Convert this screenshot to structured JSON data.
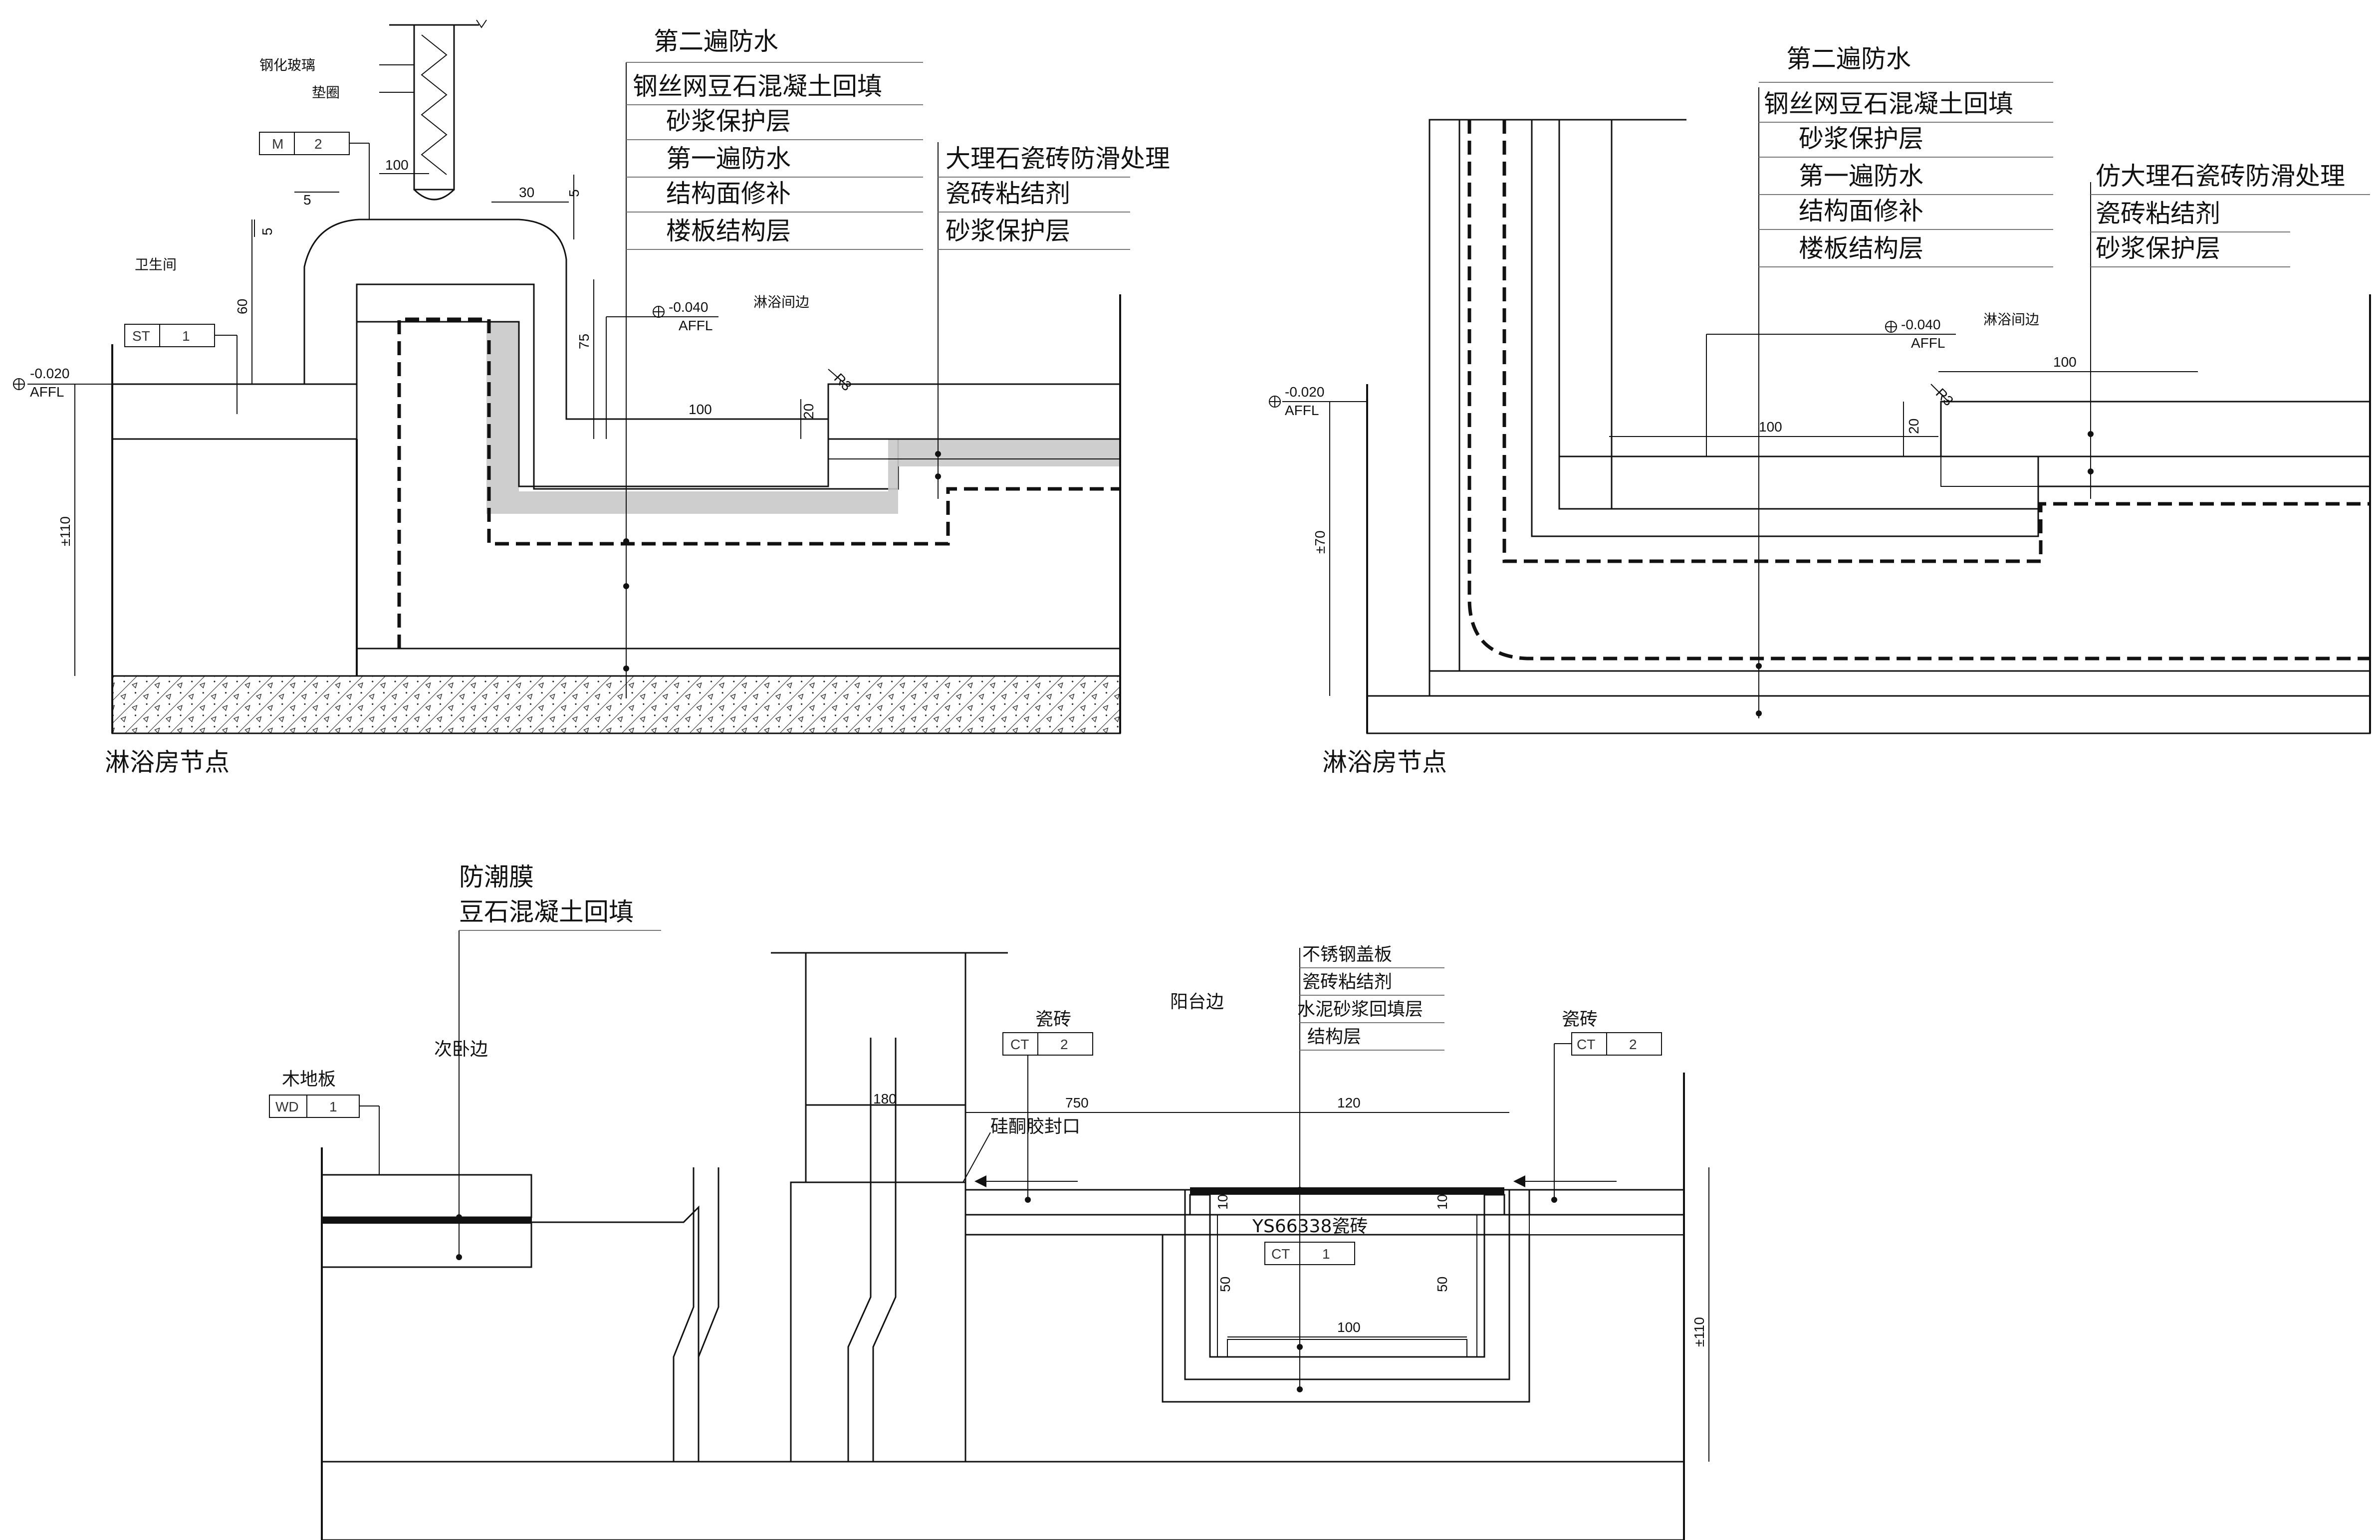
{
  "detail_1": {
    "title": "淋浴房节点",
    "labels": {
      "tempered_glass": "钢化玻璃",
      "gasket": "垫圈",
      "bathroom": "卫生间",
      "shower_edge": "淋浴间边"
    },
    "layers_left": [
      "第二遍防水",
      "钢丝网豆石混凝土回填",
      "砂浆保护层",
      "第一遍防水",
      "结构面修补",
      "楼板结构层"
    ],
    "layers_right": [
      "大理石瓷砖防滑处理",
      "瓷砖粘结剂",
      "砂浆保护层"
    ],
    "tags": [
      {
        "code": "M",
        "num": "2"
      },
      {
        "code": "ST",
        "num": "1"
      }
    ],
    "levels": [
      {
        "value": "-0.020",
        "unit": "AFFL"
      },
      {
        "value": "-0.040",
        "unit": "AFFL"
      }
    ],
    "dims": [
      "100",
      "5",
      "30",
      "5",
      "5",
      "60",
      "75",
      "100",
      "20",
      "R3",
      "±110"
    ]
  },
  "detail_2": {
    "title": "淋浴房节点",
    "labels": {
      "shower_edge": "淋浴间边"
    },
    "layers_left": [
      "第二遍防水",
      "钢丝网豆石混凝土回填",
      "砂浆保护层",
      "第一遍防水",
      "结构面修补",
      "楼板结构层"
    ],
    "layers_right": [
      "仿大理石瓷砖防滑处理",
      "瓷砖粘结剂",
      "砂浆保护层"
    ],
    "levels": [
      {
        "value": "-0.020",
        "unit": "AFFL"
      },
      {
        "value": "-0.040",
        "unit": "AFFL"
      }
    ],
    "dims": [
      "100",
      "100",
      "20",
      "R3",
      "±70"
    ]
  },
  "detail_3": {
    "layers_top": [
      "防潮膜",
      "豆石混凝土回填"
    ],
    "labels": {
      "second_bedroom_edge": "次卧边",
      "wood_floor": "木地板",
      "tile_left": "瓷砖",
      "tile_right": "瓷砖",
      "balcony_edge": "阳台边",
      "silicone_seal": "硅酮胶封口",
      "tile_code": "YS66338瓷砖"
    },
    "layers_drain": [
      "不锈钢盖板",
      "瓷砖粘结剂",
      "水泥砂浆回填层",
      "结构层"
    ],
    "tags": [
      {
        "code": "WD",
        "num": "1"
      },
      {
        "code": "CT",
        "num": "2"
      },
      {
        "code": "CT",
        "num": "2"
      },
      {
        "code": "CT",
        "num": "1"
      }
    ],
    "dims": [
      "180",
      "750",
      "120",
      "10",
      "10",
      "50",
      "50",
      "100",
      "±110"
    ]
  }
}
